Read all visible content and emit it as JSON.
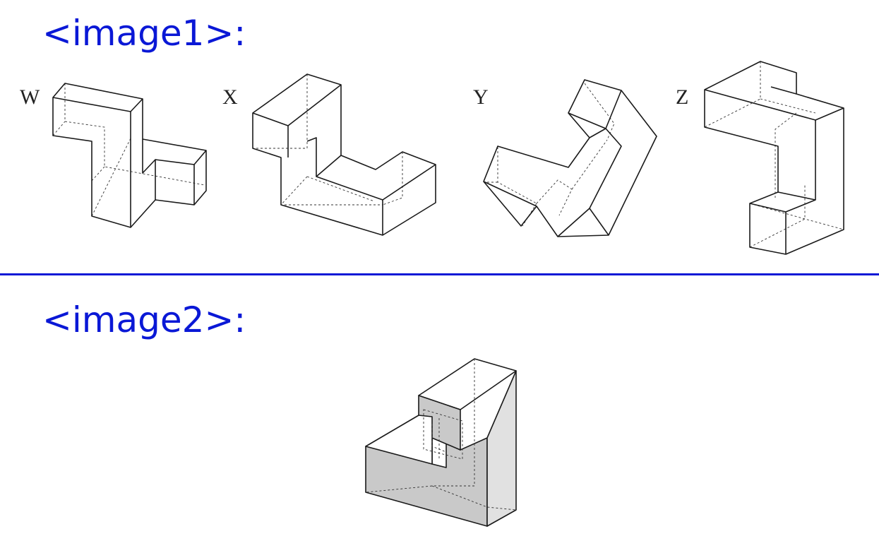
{
  "colors": {
    "heading": "#0a18d6",
    "divider": "#0a18d6",
    "face_light": "#ffffff",
    "face_shaded": "#c9c9c9",
    "face_side": "#e1e1e1"
  },
  "section1": {
    "heading": "<image1>:",
    "figures": [
      {
        "label": "W"
      },
      {
        "label": "X"
      },
      {
        "label": "Y"
      },
      {
        "label": "Z"
      }
    ]
  },
  "section2": {
    "heading": "<image2>:"
  }
}
